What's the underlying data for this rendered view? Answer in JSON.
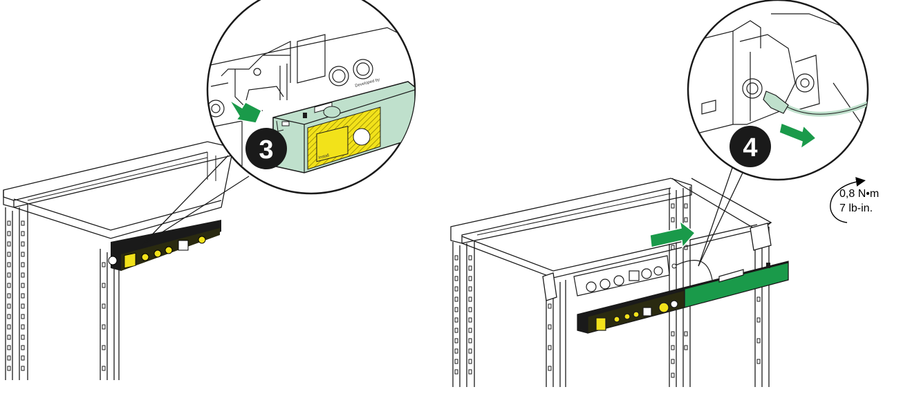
{
  "steps": [
    {
      "number": "3"
    },
    {
      "number": "4"
    }
  ],
  "torque": {
    "metric": "0,8 N•m",
    "imperial": "7 lb-in."
  },
  "device_label": {
    "install": "Install",
    "brand": "Developed by"
  },
  "colors": {
    "pdu_green": "#1a9a4a",
    "pdu_light_green": "#bfe0cc",
    "label_yellow": "#f2e21a",
    "arrow_green": "#1a9a4a",
    "line": "#1a1a1a"
  }
}
